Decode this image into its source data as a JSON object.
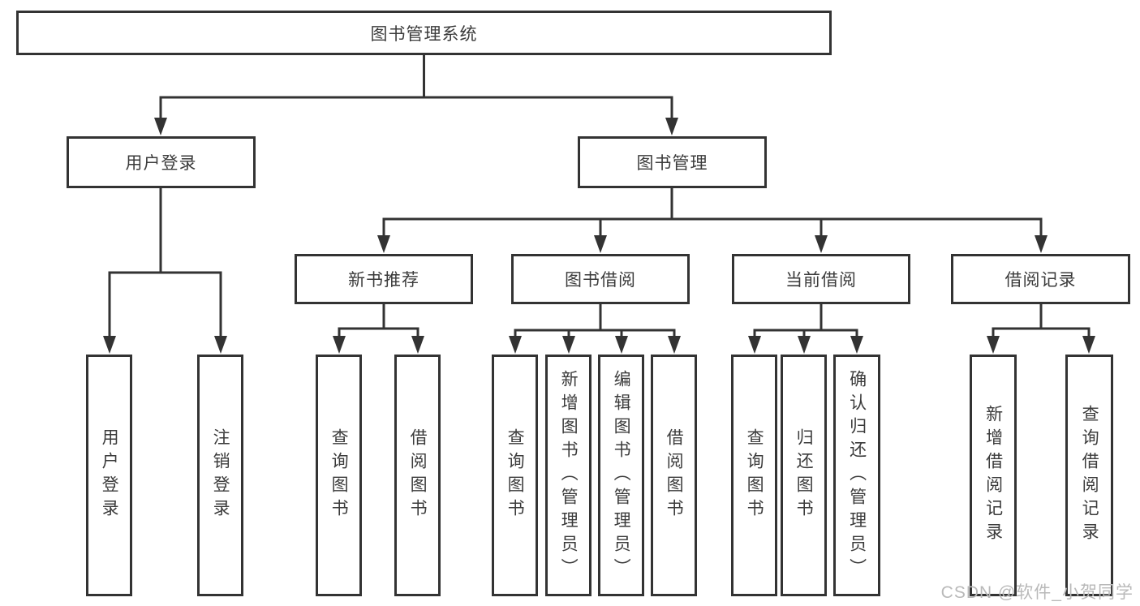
{
  "tree": {
    "root": "图书管理系统",
    "branches": [
      {
        "label": "用户登录",
        "leaves": [
          "用户登录",
          "注销登录"
        ]
      },
      {
        "label": "图书管理",
        "groups": [
          {
            "label": "新书推荐",
            "leaves": [
              "查询图书",
              "借阅图书"
            ]
          },
          {
            "label": "图书借阅",
            "leaves": [
              "查询图书",
              "新增图书（管理员）",
              "编辑图书（管理员）",
              "借阅图书"
            ]
          },
          {
            "label": "当前借阅",
            "leaves": [
              "查询图书",
              "归还图书",
              "确认归还（管理员）"
            ]
          },
          {
            "label": "借阅记录",
            "leaves": [
              "新增借阅记录",
              "查询借阅记录"
            ]
          }
        ]
      }
    ]
  },
  "watermark": {
    "text": "CSDN @软件_小贺同学"
  },
  "colors": {
    "line": "#333333",
    "text": "#3b3b3b",
    "watermark": "#b9b9b9",
    "background": "#ffffff"
  }
}
